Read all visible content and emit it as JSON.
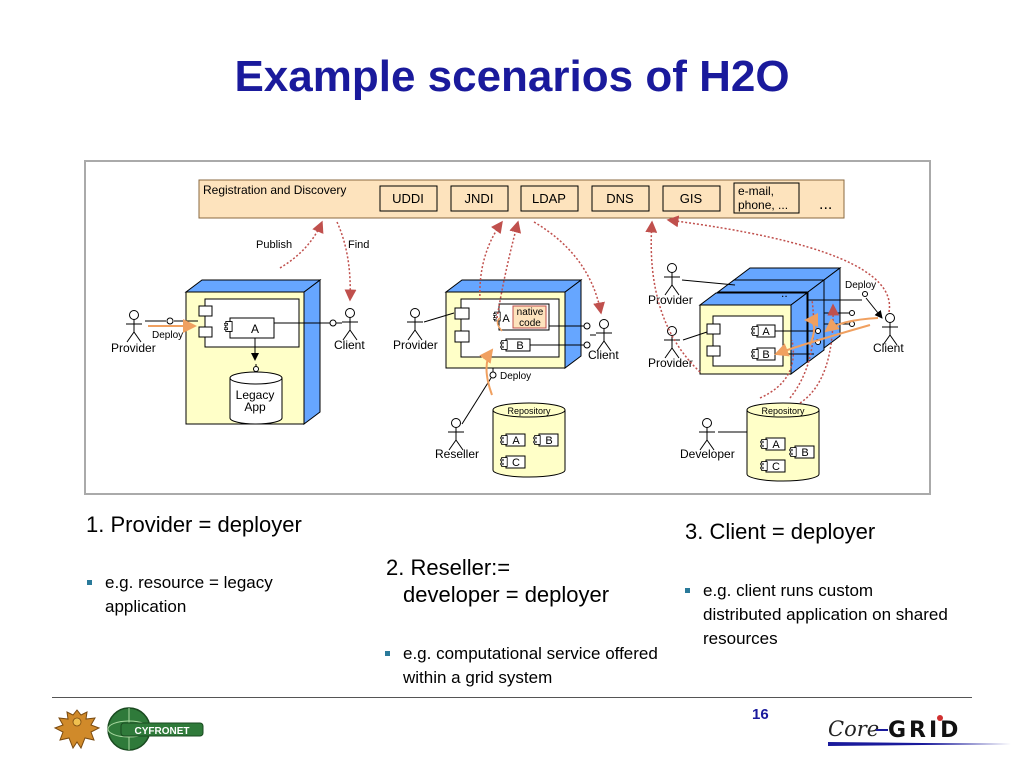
{
  "title": "Example scenarios of H2O",
  "diagram": {
    "registry_label": "Registration and Discovery",
    "registries": [
      "UDDI",
      "JNDI",
      "LDAP",
      "DNS",
      "GIS"
    ],
    "other_line1": "e-mail,",
    "other_line2": "phone, ...",
    "ellipsis": "...",
    "publish": "Publish",
    "find": "Find",
    "deploy": "Deploy",
    "provider": "Provider",
    "client": "Client",
    "reseller": "Reseller",
    "developer": "Developer",
    "component_a": "A",
    "component_b": "B",
    "component_c": "C",
    "legacy_line1": "Legacy",
    "legacy_line2": "App",
    "native_line1": "native",
    "native_line2": "code",
    "repository": "Repository",
    "colors": {
      "registry_fill": "#fde3bd",
      "node_fill": "#ffffc8",
      "node_side": "#66a6ff",
      "arrow_red": "#c0504d",
      "arrow_orange": "#f0a060"
    }
  },
  "scenarios": [
    {
      "heading": "1. Provider = deployer",
      "bullet": "e.g. resource = legacy application"
    },
    {
      "heading_line1": "2. Reseller:=",
      "heading_line2": "developer = deployer",
      "bullet": "e.g. computational service offered within a grid system"
    },
    {
      "heading": "3. Client = deployer",
      "bullet": "e.g. client runs custom distributed application on shared resources"
    }
  ],
  "page_number": "16",
  "logos": {
    "eagle": "eagle-crest-logo",
    "cyfronet": "CYFRONET",
    "coregrid_core": "Core",
    "coregrid_grid": "GRID"
  }
}
